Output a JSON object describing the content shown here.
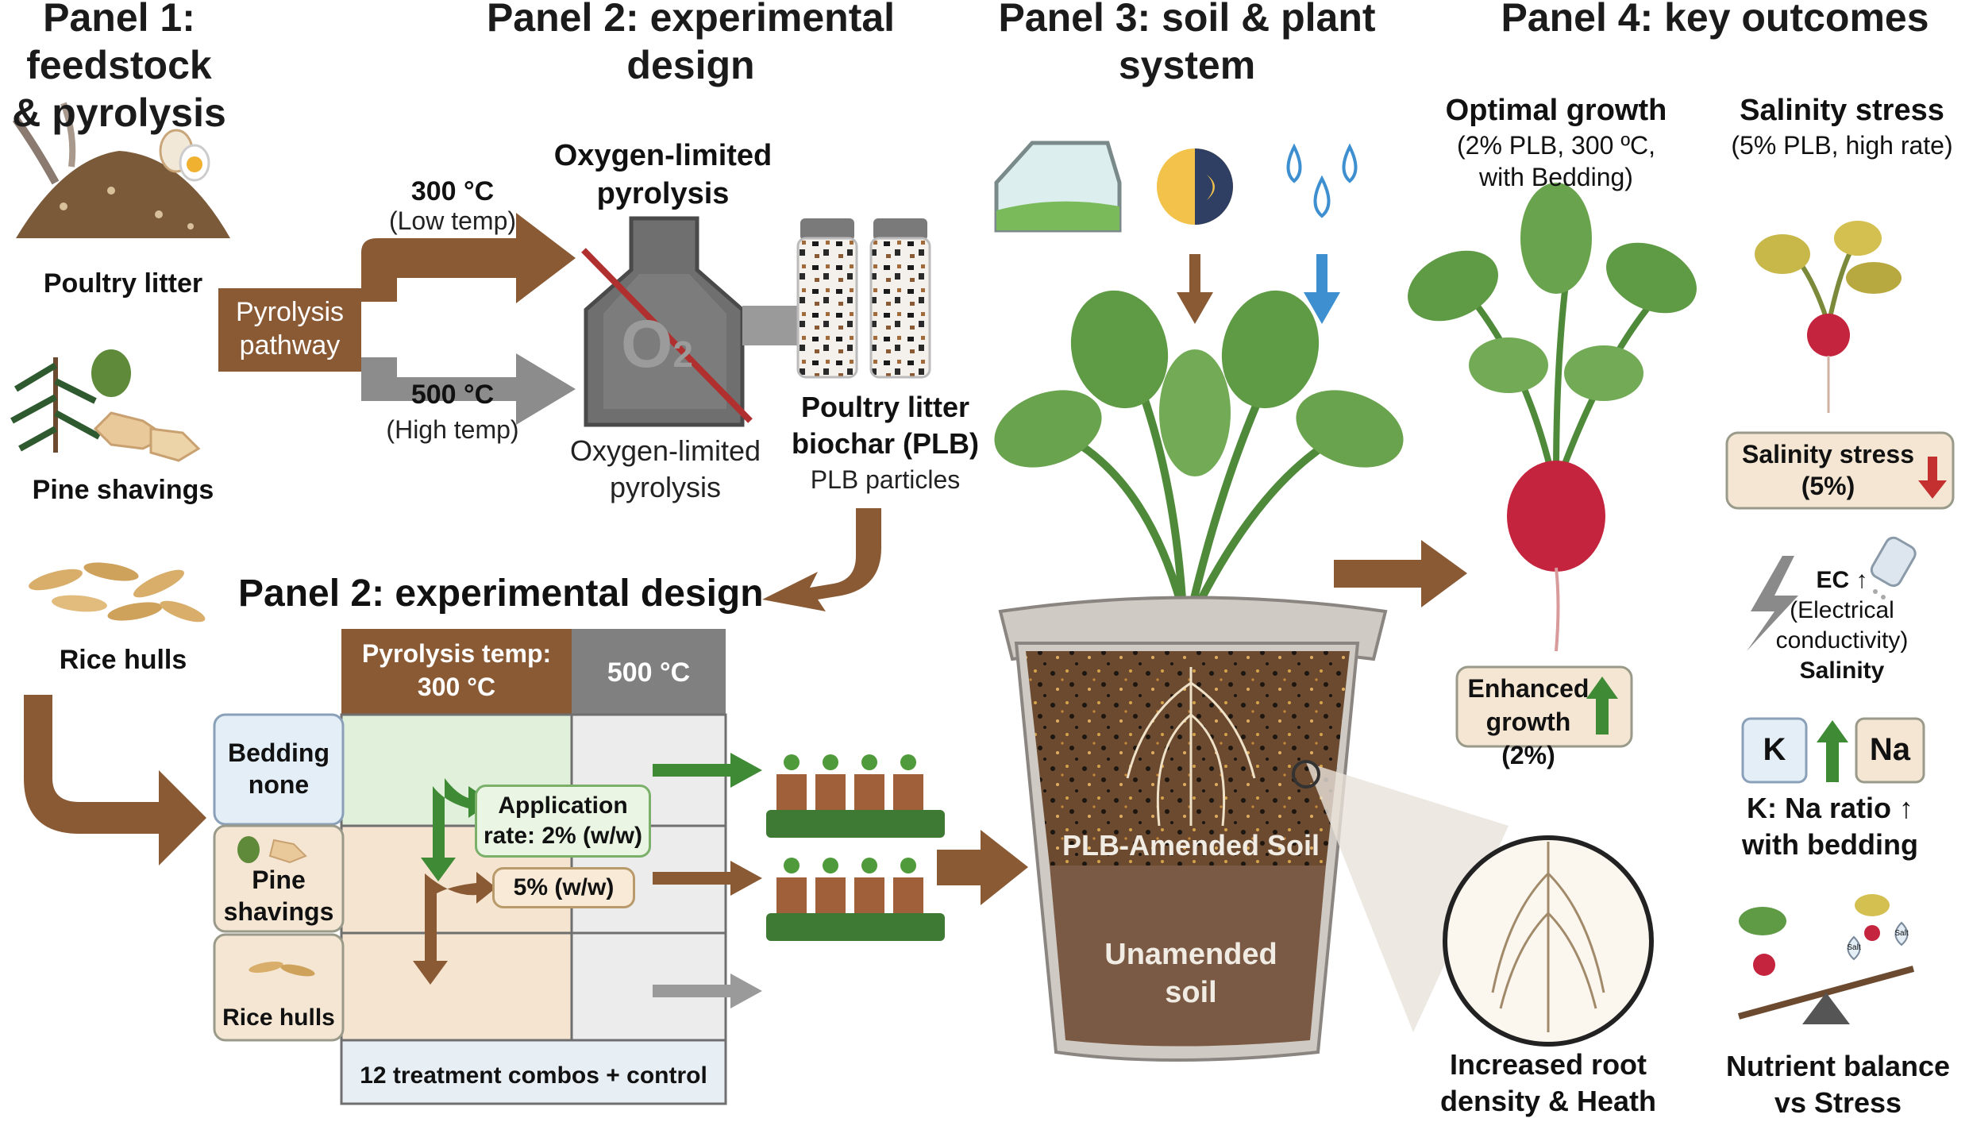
{
  "panels": {
    "p1_title_l1": "Panel 1: feedstock",
    "p1_title_l2": "& pyrolysis",
    "p2_title_l1": "Panel 2: experimental",
    "p2_title_l2": "design",
    "p3_title_l1": "Panel 3: soil & plant",
    "p3_title_l2": "system",
    "p4_title": "Panel 4: key outcomes"
  },
  "feedstock": {
    "poultry": "Poultry litter",
    "pine": "Pine shavings",
    "rice": "Rice hulls"
  },
  "pyrolysis": {
    "pathway_l1": "Pyrolysis",
    "pathway_l2": "pathway",
    "low_temp": "300 °C",
    "low_note": "(Low temp)",
    "high_temp": "500 °C",
    "high_note": "(High temp)",
    "reactor_title_l1": "Oxygen-limited",
    "reactor_title_l2": "pyrolysis",
    "o2": "O",
    "o2_sub": "2",
    "reactor_caption_l1": "Oxygen-limited",
    "reactor_caption_l2": "pyrolysis",
    "biochar_l1": "Poultry litter",
    "biochar_l2": "biochar (PLB)",
    "particles": "PLB particles"
  },
  "design": {
    "title": "Panel 2: experimental design",
    "col1_l1": "Pyrolysis temp:",
    "col1_l2": "300 °C",
    "col2": "500 °C",
    "row1_l1": "Bedding",
    "row1_l2": "none",
    "row2_l1": "Pine",
    "row2_l2": "shavings",
    "row3": "Rice hulls",
    "rate_l1": "Application",
    "rate_l2": "rate: 2% (w/w)",
    "rate5": "5% (w/w)",
    "footer": "12 treatment combos + control"
  },
  "soil": {
    "amended": "PLB-Amended Soil",
    "unamended_l1": "Unamended",
    "unamended_l2": "soil",
    "root_l1": "Increased root",
    "root_l2": "density & Heath"
  },
  "outcomes": {
    "optimal_title": "Optimal growth",
    "optimal_l1": "(2% PLB, 300 ºC,",
    "optimal_l2": "with Bedding)",
    "enhanced_l1": "Enhanced",
    "enhanced_l2": "growth (2%)",
    "salinity_title": "Salinity stress",
    "salinity_sub": "(5% PLB, high rate)",
    "salinity_box_l1": "Salinity stress",
    "salinity_box_l2": "(5%)",
    "ec_l1": "EC ↑",
    "ec_l2": "(Electrical",
    "ec_l3": "conductivity)",
    "ec_l4": "Salinity",
    "k": "K",
    "na": "Na",
    "ratio_l1": "K: Na ratio ↑",
    "ratio_l2": "with bedding",
    "balance_l1": "Nutrient balance",
    "balance_l2": "vs Stress",
    "salt1": "Salt",
    "salt2": "Salt"
  },
  "colors": {
    "brown": "#8a5a34",
    "gray": "#8a8a8a",
    "green": "#3f8a35",
    "blue": "#3d8fd0",
    "leaf": "#5f9a45",
    "radish": "#c4243e"
  }
}
